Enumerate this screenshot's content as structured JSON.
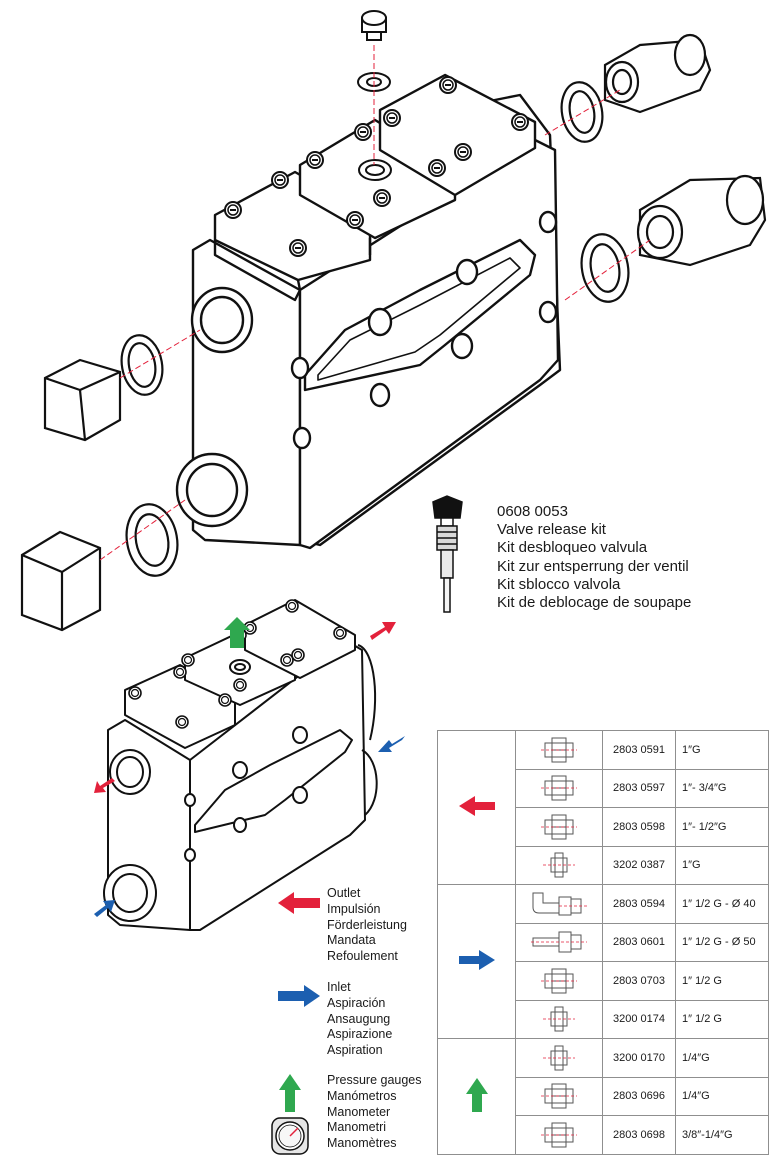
{
  "kit": {
    "code": "0608 0053",
    "names": [
      "Valve release kit",
      "Kit desbloqueo valvula",
      "Kit zur entsperrung der ventil",
      "Kit sblocco valvola",
      "Kit de deblocage de soupape"
    ]
  },
  "legend": {
    "outlet": [
      "Outlet",
      "Impulsión",
      "Förderleistung",
      "Mandata",
      "Refoulement"
    ],
    "inlet": [
      "Inlet",
      "Aspiración",
      "Ansaugung",
      "Aspirazione",
      "Aspiration"
    ],
    "gauges": [
      "Pressure gauges",
      "Manómetros",
      "Manometer",
      "Manometri",
      "Manomètres"
    ]
  },
  "colors": {
    "outlet": "#e3213b",
    "inlet": "#1c5fb0",
    "gauge": "#2fa84f"
  },
  "parts": {
    "outlet": [
      {
        "icon": "union-fitting",
        "code": "2803 0591",
        "size": "1″G"
      },
      {
        "icon": "union-fitting",
        "code": "2803 0597",
        "size": "1″- 3/4″G"
      },
      {
        "icon": "union-fitting",
        "code": "2803 0598",
        "size": "1″- 1/2″G"
      },
      {
        "icon": "nipple-fitting",
        "code": "3202 0387",
        "size": "1″G"
      }
    ],
    "inlet": [
      {
        "icon": "elbow-hose-fitting",
        "code": "2803 0594",
        "size": "1″ 1/2 G - Ø 40"
      },
      {
        "icon": "straight-hose-fitting",
        "code": "2803 0601",
        "size": "1″ 1/2 G - Ø 50"
      },
      {
        "icon": "union-fitting",
        "code": "2803 0703",
        "size": "1″ 1/2 G"
      },
      {
        "icon": "nipple-fitting",
        "code": "3200 0174",
        "size": "1″ 1/2 G"
      }
    ],
    "gauge": [
      {
        "icon": "nipple-fitting",
        "code": "3200 0170",
        "size": "1/4″G"
      },
      {
        "icon": "union-fitting",
        "code": "2803 0696",
        "size": "1/4″G"
      },
      {
        "icon": "union-fitting",
        "code": "2803 0698",
        "size": "3/8″-1/4″G"
      }
    ]
  }
}
